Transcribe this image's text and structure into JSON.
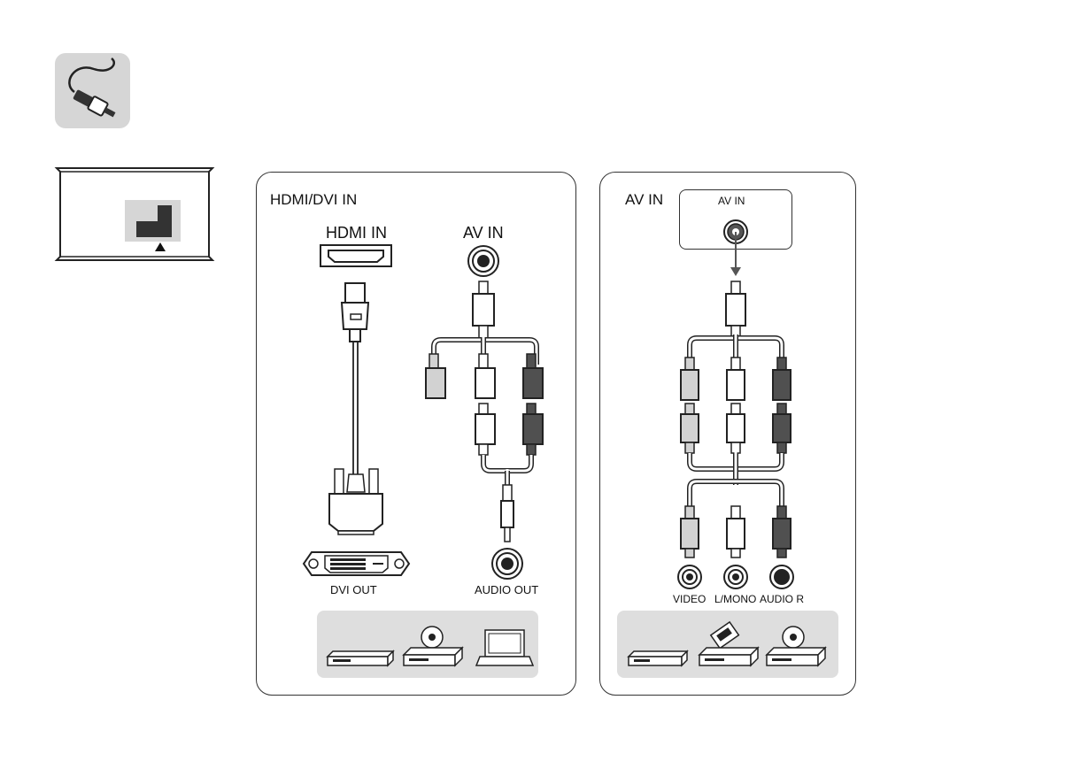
{
  "panels": {
    "hdmi_dvi": {
      "title": "HDMI/DVI IN",
      "hdmi_port_label": "HDMI IN",
      "av_port_label": "AV IN",
      "dvi_out_label": "DVI OUT",
      "audio_out_label": "AUDIO OUT",
      "devices": [
        "set-top-box-icon",
        "dvd-player-icon",
        "laptop-icon"
      ]
    },
    "av": {
      "title": "AV IN",
      "av_port_label": "AV IN",
      "jack_labels": [
        "VIDEO",
        "L/MONO",
        "AUDIO R"
      ],
      "devices": [
        "set-top-box-icon",
        "vcr-icon",
        "dvd-player-icon"
      ]
    }
  },
  "colors": {
    "plug_light": "#d2d2d2",
    "plug_white": "#ffffff",
    "plug_dark": "#505050",
    "device_tray": "#dedede",
    "icon_bg": "#d6d6d6"
  }
}
